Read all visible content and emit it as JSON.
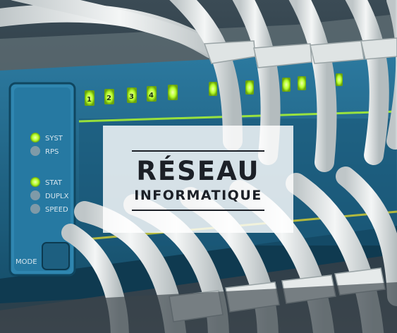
{
  "title": {
    "line1": "RÉSEAU",
    "line2": "INFORMATIQUE"
  },
  "panel": {
    "labels": [
      "SYST",
      "RPS",
      "STAT",
      "DUPLX",
      "SPEED"
    ],
    "mode_label": "MODE"
  },
  "ports": [
    "1",
    "2",
    "3",
    "4"
  ],
  "colors": {
    "panel_blue": "#1f6a8c",
    "led_green": "#b6ff2a",
    "cable_white": "#e8ecec",
    "text_dark": "#1c2027"
  }
}
